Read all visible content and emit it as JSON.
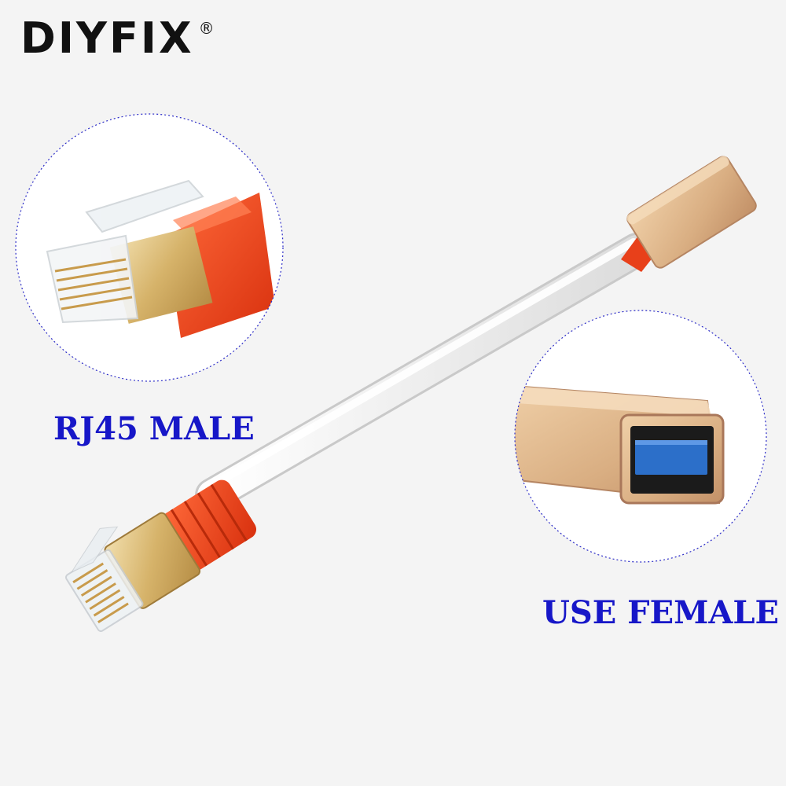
{
  "brand": {
    "name": "DIYFIX",
    "mark": "®"
  },
  "labels": {
    "rj45": "RJ45 MALE",
    "usb": "USE FEMALE"
  },
  "colors": {
    "background": "#f4f4f4",
    "label": "#1717c8",
    "boot_red": "#e8401a",
    "gold": "#d9b872",
    "usb_blue": "#2c6fc9"
  }
}
